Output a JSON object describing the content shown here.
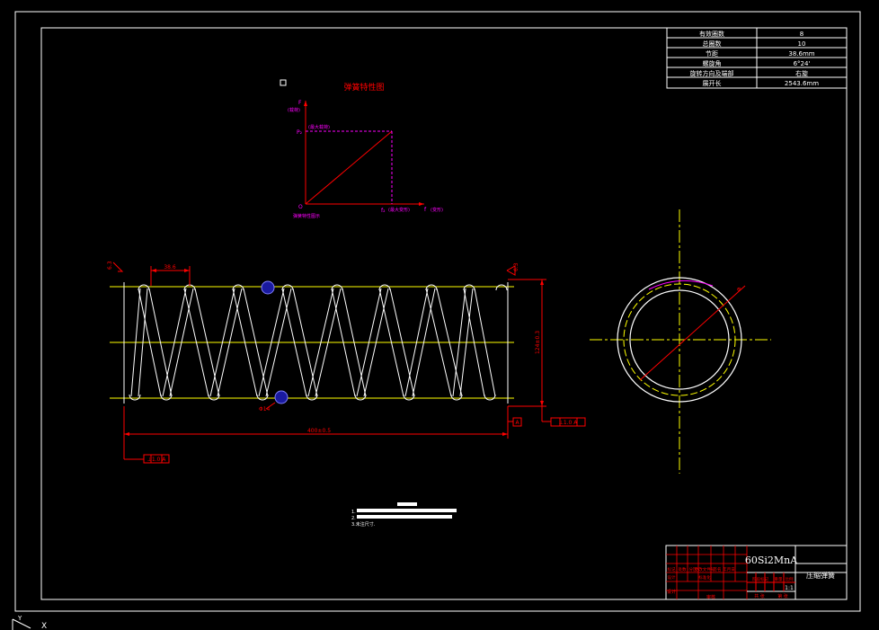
{
  "colors": {
    "background": "#000000",
    "frame": "#ffffff",
    "spring": "#ffffff",
    "centerline": "#ffff00",
    "dimension": "#ff0000",
    "chart_label": "#ff00ff",
    "section": "#0000ff"
  },
  "params_table": {
    "rows": [
      {
        "label": "有效圈数",
        "value": "8"
      },
      {
        "label": "总圈数",
        "value": "10"
      },
      {
        "label": "节距",
        "value": "38.6mm"
      },
      {
        "label": "螺旋角",
        "value": "6°24'"
      },
      {
        "label": "旋转方向及端部",
        "value": "右旋"
      },
      {
        "label": "展开长",
        "value": "2543.6mm"
      }
    ]
  },
  "chart": {
    "title": "弹簧特性图",
    "y_label": "F",
    "y_unit": "(载荷)",
    "x_label": "f",
    "x_unit": "(变形)",
    "origin": "O",
    "load_point": "P₂",
    "load_note": "(最大载荷)",
    "deform_point": "f₂",
    "deform_note": "(最大变形)",
    "caption": "弹簧特性图示"
  },
  "dimensions": {
    "pitch": "38.6",
    "free_length": "400±0.5",
    "outer_diameter": "124±0.3",
    "wire_diameter": "Φ14",
    "diag_diameter": "Φ",
    "perp_tolerance": "⊥1.0",
    "datum_a": "A",
    "tol_right": "⊥1.0 A",
    "tol_bottom": "⊥1.0 A",
    "grind_mark": "∇",
    "grind_value": "6.3"
  },
  "notes": {
    "title": "技术要求",
    "line1": "1.",
    "line2": "2.",
    "line3": "3.未注尺寸."
  },
  "title_block": {
    "material": "60Si2MnA",
    "drawing_name": "压缩弹簧",
    "scale": "1:1",
    "small_labels": [
      "标记",
      "处数",
      "分区",
      "更改文件号",
      "签名",
      "年月日"
    ],
    "small_labels2": [
      "设计",
      "标准化",
      "阶段标记",
      "重量",
      "比例"
    ],
    "design": "设计",
    "review": "审核",
    "sheet_total": "共 张",
    "sheet_no": "第 张"
  },
  "cursor": {
    "axis_y": "Y",
    "axis_x": "X"
  }
}
